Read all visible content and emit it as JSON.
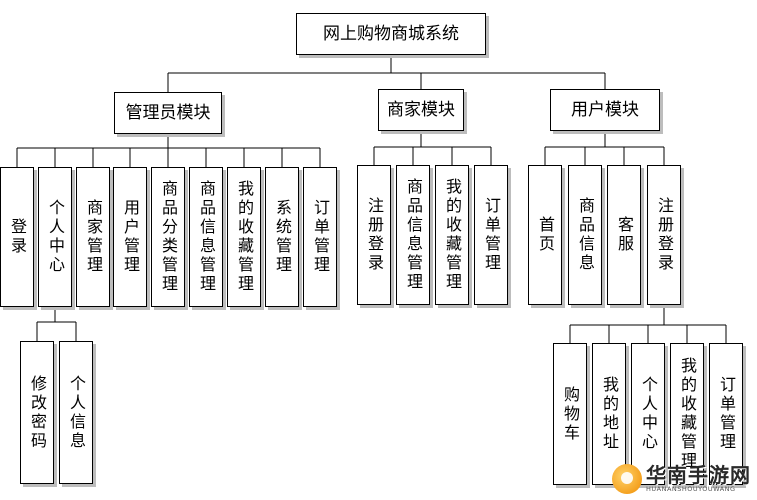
{
  "nodes": {
    "root": "网上购物商城系统",
    "admin": "管理员模块",
    "merchant": "商家模块",
    "user": "用户模块",
    "admin_children": [
      "登录",
      "个人中心",
      "商家管理",
      "用户管理",
      "商品分类管理",
      "商品信息管理",
      "我的收藏管理",
      "系统管理",
      "订单管理"
    ],
    "admin_personal_children": [
      "修改密码",
      "个人信息"
    ],
    "merchant_children": [
      "注册登录",
      "商品信息管理",
      "我的收藏管理",
      "订单管理"
    ],
    "user_children": [
      "首页",
      "商品信息",
      "客服",
      "注册登录"
    ],
    "user_register_children": [
      "购物车",
      "我的地址",
      "个人中心",
      "我的收藏管理",
      "订单管理"
    ]
  },
  "watermark": {
    "title": "华南手游网",
    "subtitle": "HUANANSHOUYOUWANG"
  },
  "colors": {
    "line": "#000000",
    "shadow": "#bdbdbd",
    "background": "#ffffff"
  }
}
